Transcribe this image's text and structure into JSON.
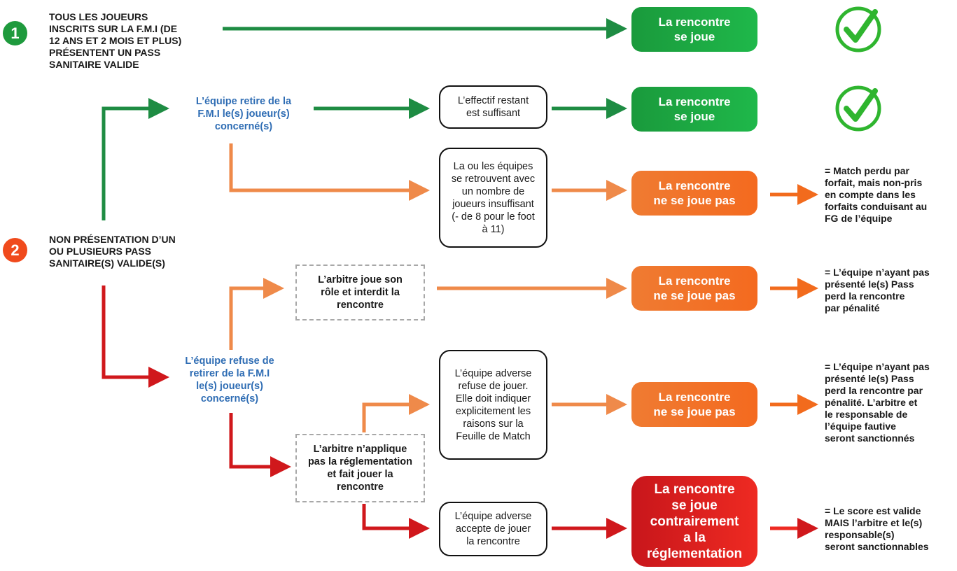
{
  "colors": {
    "green": "#1e8c43",
    "light_orange": "#ef8a4a",
    "orange": "#f26b1d",
    "red": "#d0181c",
    "blue": "#2f6db4",
    "check": "#2fb52f"
  },
  "cases": [
    {
      "number": "1",
      "text": "TOUS LES JOUEURS\nINSCRITS SUR LA F.M.I (DE\n12 ANS ET 2 MOIS ET PLUS)\nPRÉSENTENT UN PASS\nSANITAIRE VALIDE"
    },
    {
      "number": "2",
      "text": "NON PRÉSENTATION D’UN\nOU PLUSIEURS PASS\nSANITAIRE(S) VALIDE(S)"
    }
  ],
  "actions": {
    "team_removes": "L’équipe retire de la\nF.M.I le(s) joueur(s)\nconcerné(s)",
    "team_refuses": "L’équipe refuse de\nretirer de la F.M.I\nle(s) joueur(s)\nconcerné(s)"
  },
  "conditions": {
    "sufficient": "L’effectif restant\nest suffisant",
    "insufficient": "La ou les équipes\nse retrouvent avec\nun nombre de\njoueurs insuffisant\n(- de 8 pour le foot\nà 11)",
    "referee_forbids": "L’arbitre joue son\nrôle et interdit la\nrencontre",
    "referee_ignores": "L’arbitre n’applique\npas la réglementation\net fait jouer la\nrencontre",
    "opponent_refuses": "L’équipe adverse\nrefuse de jouer.\nElle doit indiquer\nexplicitement les\nraisons sur la\nFeuille de Match",
    "opponent_accepts": "L’équipe adverse\naccepte de jouer\nla rencontre"
  },
  "results": {
    "played_1": "La rencontre\nse joue",
    "played_2": "La rencontre\nse joue",
    "not_played_1": "La rencontre\nne se joue pas",
    "not_played_2": "La rencontre\nne se joue pas",
    "not_played_3": "La rencontre\nne se joue pas",
    "played_against_rules": "La rencontre\nse joue\ncontrairement\na la\nréglementation"
  },
  "outcomes": {
    "forfeit": "= Match perdu par\nforfait, mais non-pris\nen compte dans les\nforfaits conduisant au\nFG de l’équipe",
    "penalty": "= L’équipe n’ayant pas\nprésenté le(s) Pass\nperd la rencontre\npar pénalité",
    "penalty_sanctions": "= L’équipe n’ayant pas\nprésenté le(s) Pass\nperd la rencontre par\npénalité. L’arbitre et\nle responsable de\nl’équipe fautive\nseront sanctionnés",
    "score_valid": "= Le score est valide\nMAIS l’arbitre et le(s)\nresponsable(s)\nseront sanctionnables"
  }
}
